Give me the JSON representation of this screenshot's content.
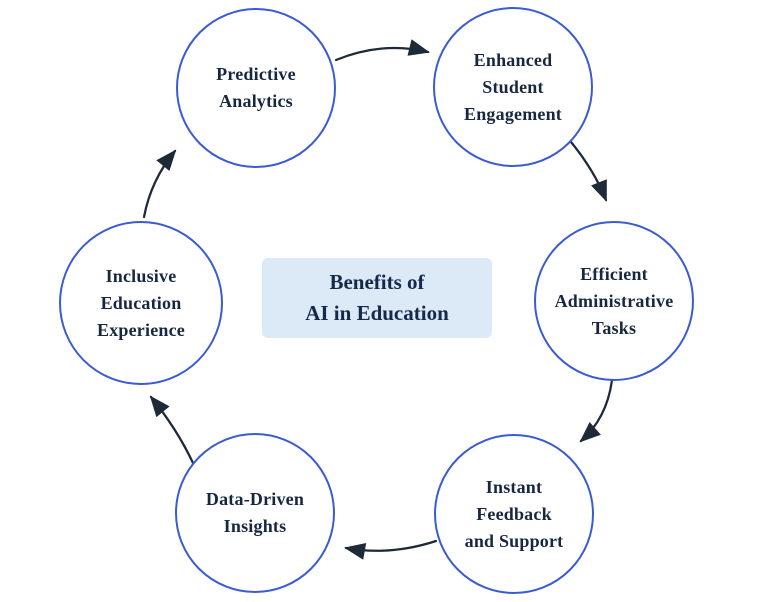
{
  "diagram": {
    "center": {
      "title_line1": "Benefits of",
      "title_line2": "AI in Education"
    },
    "nodes": [
      {
        "id": "predictive-analytics",
        "lines": [
          "Predictive",
          "Analytics"
        ]
      },
      {
        "id": "enhanced-student-engagement",
        "lines": [
          "Enhanced",
          "Student",
          "Engagement"
        ]
      },
      {
        "id": "efficient-administrative-tasks",
        "lines": [
          "Efficient",
          "Administrative",
          "Tasks"
        ]
      },
      {
        "id": "instant-feedback-and-support",
        "lines": [
          "Instant",
          "Feedback",
          "and Support"
        ]
      },
      {
        "id": "data-driven-insights",
        "lines": [
          "Data-Driven",
          "Insights"
        ]
      },
      {
        "id": "inclusive-education-experience",
        "lines": [
          "Inclusive",
          "Education",
          "Experience"
        ]
      }
    ],
    "flow_direction": "clockwise",
    "colors": {
      "circle_border": "#3b5bd3",
      "node_text": "#182740",
      "title_text": "#17294a",
      "arrow": "#1e2a38",
      "center_box_bg": "#dce9f7",
      "background": "#ffffff"
    }
  }
}
